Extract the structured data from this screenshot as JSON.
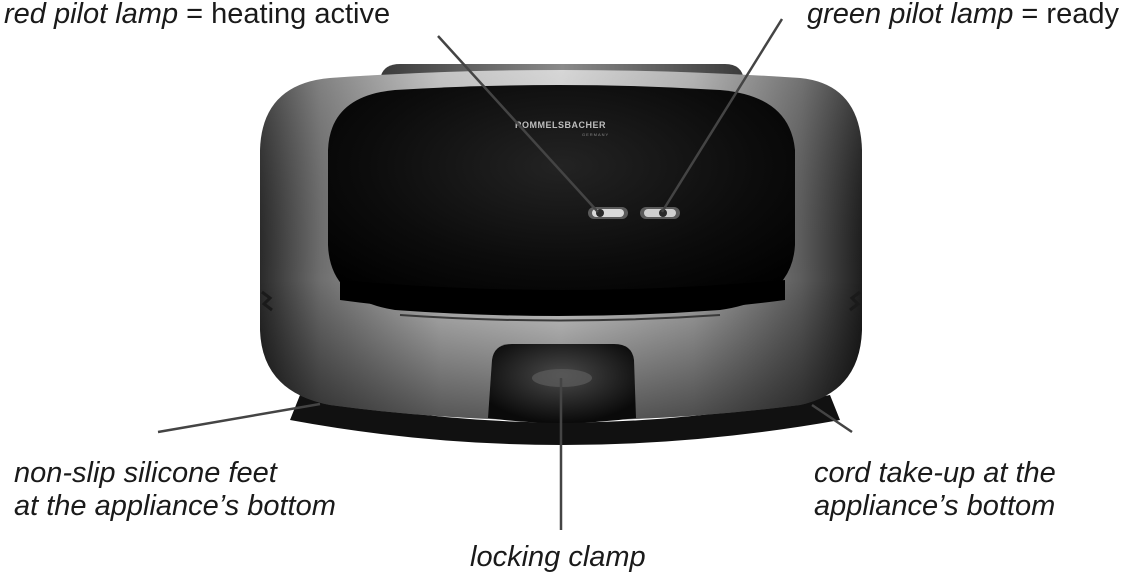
{
  "labels": {
    "red_lamp": {
      "name": "red pilot lamp",
      "eq": "=",
      "meaning": "heating active"
    },
    "green_lamp": {
      "name": "green pilot lamp",
      "eq": "=",
      "meaning": "ready"
    },
    "feet": {
      "line1": "non-slip silicone feet",
      "line2": "at the appliance’s bottom"
    },
    "cord": {
      "line1": "cord take-up at the",
      "line2": "appliance’s bottom"
    },
    "clamp": {
      "text": "locking clamp"
    }
  },
  "brand": {
    "name": "ROMMELSBACHER",
    "subtitle": "GERMANY"
  },
  "colors": {
    "body_silver": "#9a9a9a",
    "lid_black": "#0b0b0b",
    "leader_line": "#444444",
    "text": "#1a1a1a"
  }
}
